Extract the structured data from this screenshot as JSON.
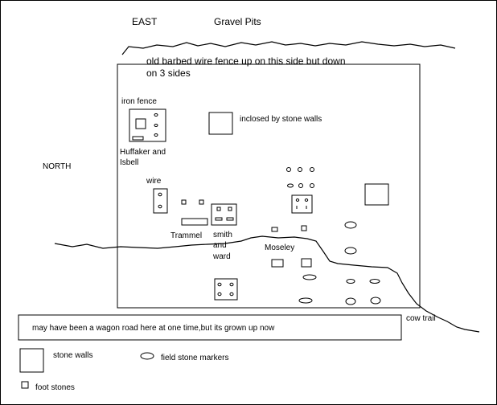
{
  "header": {
    "east": "EAST",
    "gravel_pits": "Gravel Pits"
  },
  "fence_note": {
    "line1": "old barbed wire fence up on this side but down",
    "line2": "on 3 sides"
  },
  "north": "NORTH",
  "plots": {
    "iron_fence": "iron fence",
    "huffaker_line1": "Huffaker and",
    "huffaker_line2": "Isbell",
    "enclosed": "inclosed by stone walls",
    "wire": "wire",
    "trammel": "Trammel",
    "smith_line1": "smith",
    "smith_line2": "and",
    "smith_line3": "ward",
    "moseley": "Moseley"
  },
  "road_note": "may have been a wagon road here at one time,but its grown up now",
  "cow_trail": "cow trail",
  "legend": {
    "stone_walls": "stone walls",
    "field_stone_markers": "field stone markers",
    "foot_stones": "foot stones"
  },
  "colors": {
    "ink": "#000000",
    "paper": "#ffffff"
  }
}
